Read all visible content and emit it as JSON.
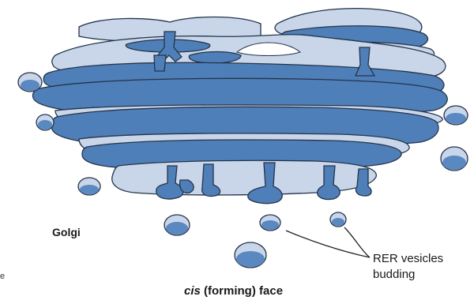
{
  "labels": {
    "golgi": "Golgi",
    "face_italic": "cis",
    "face_rest": " (forming) face",
    "rer_line1": "RER vesicles",
    "rer_line2": "budding",
    "edge_fragment": "e"
  },
  "colors": {
    "cisterna_fill": "#4f7fb8",
    "cisterna_light": "#c9d6ea",
    "outline": "#24344a",
    "vesicle_fill": "#5a88c1",
    "leader_line": "#222222"
  }
}
